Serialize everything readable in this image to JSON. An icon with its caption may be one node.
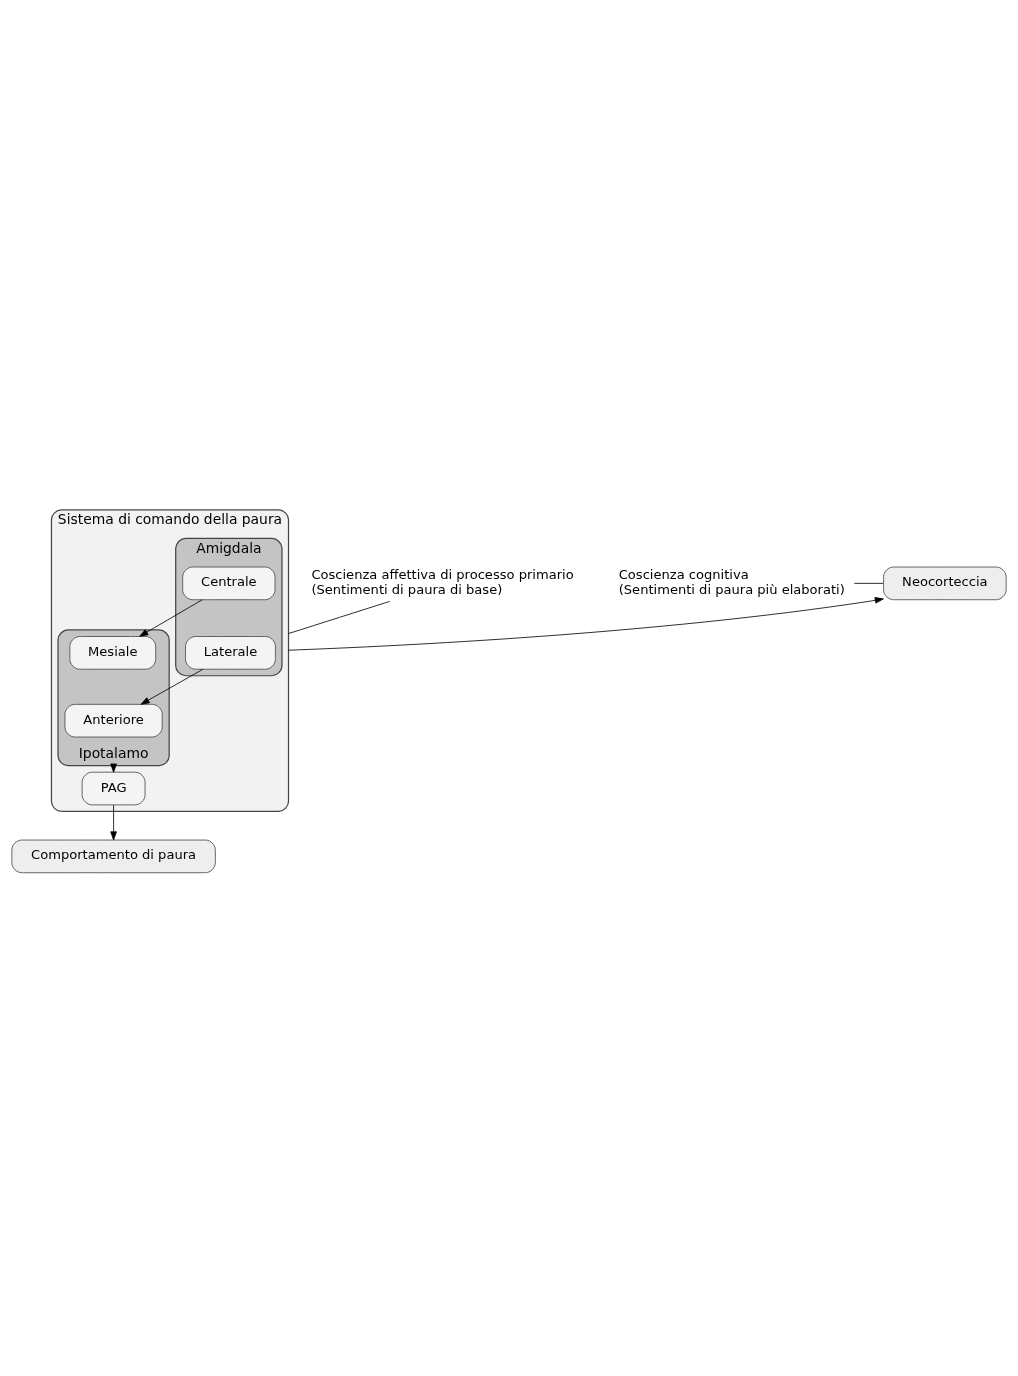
{
  "diagram": {
    "nodes": [
      {
        "text": [
          "Neocorteccia"
        ]
      },
      {
        "text": [
          "Sistema di comando della paura"
        ]
      },
      {
        "text": [
          "Amigdala"
        ],
        "in": 1
      },
      {
        "text": [
          "Laterale"
        ],
        "in": 2
      },
      {
        "text": [
          "Centrale"
        ],
        "in": 2
      },
      {
        "text": [
          "Ipotalamo"
        ],
        "in": 1
      },
      {
        "text": [
          "Anteriore"
        ],
        "in": 5
      },
      {
        "text": [
          "Mesiale"
        ],
        "in": 5
      },
      {
        "text": [
          "PAG"
        ],
        "in": 1
      },
      {
        "text": [
          "Comportamento di paura"
        ]
      },
      {
        "text": [
          "Coscienza cognitiva",
          "(Sentimenti di paura più elaborati)"
        ]
      },
      {
        "text": [
          "Coscienza affettiva di processo primario",
          "(Sentimenti di paura di base)"
        ]
      }
    ],
    "edges": [
      {
        "from": 1,
        "to": 0,
        "arrow": "to"
      },
      {
        "from": 3,
        "to": 6,
        "arrow": "to"
      },
      {
        "from": 4,
        "to": 7,
        "arrow": "to"
      },
      {
        "from": 5,
        "to": 8,
        "arrow": "to"
      },
      {
        "from": 8,
        "to": 9,
        "arrow": "to"
      },
      {
        "from": 10,
        "to": 0,
        "arrow": "none"
      },
      {
        "from": 11,
        "to": 1,
        "arrow": "none"
      }
    ]
  }
}
